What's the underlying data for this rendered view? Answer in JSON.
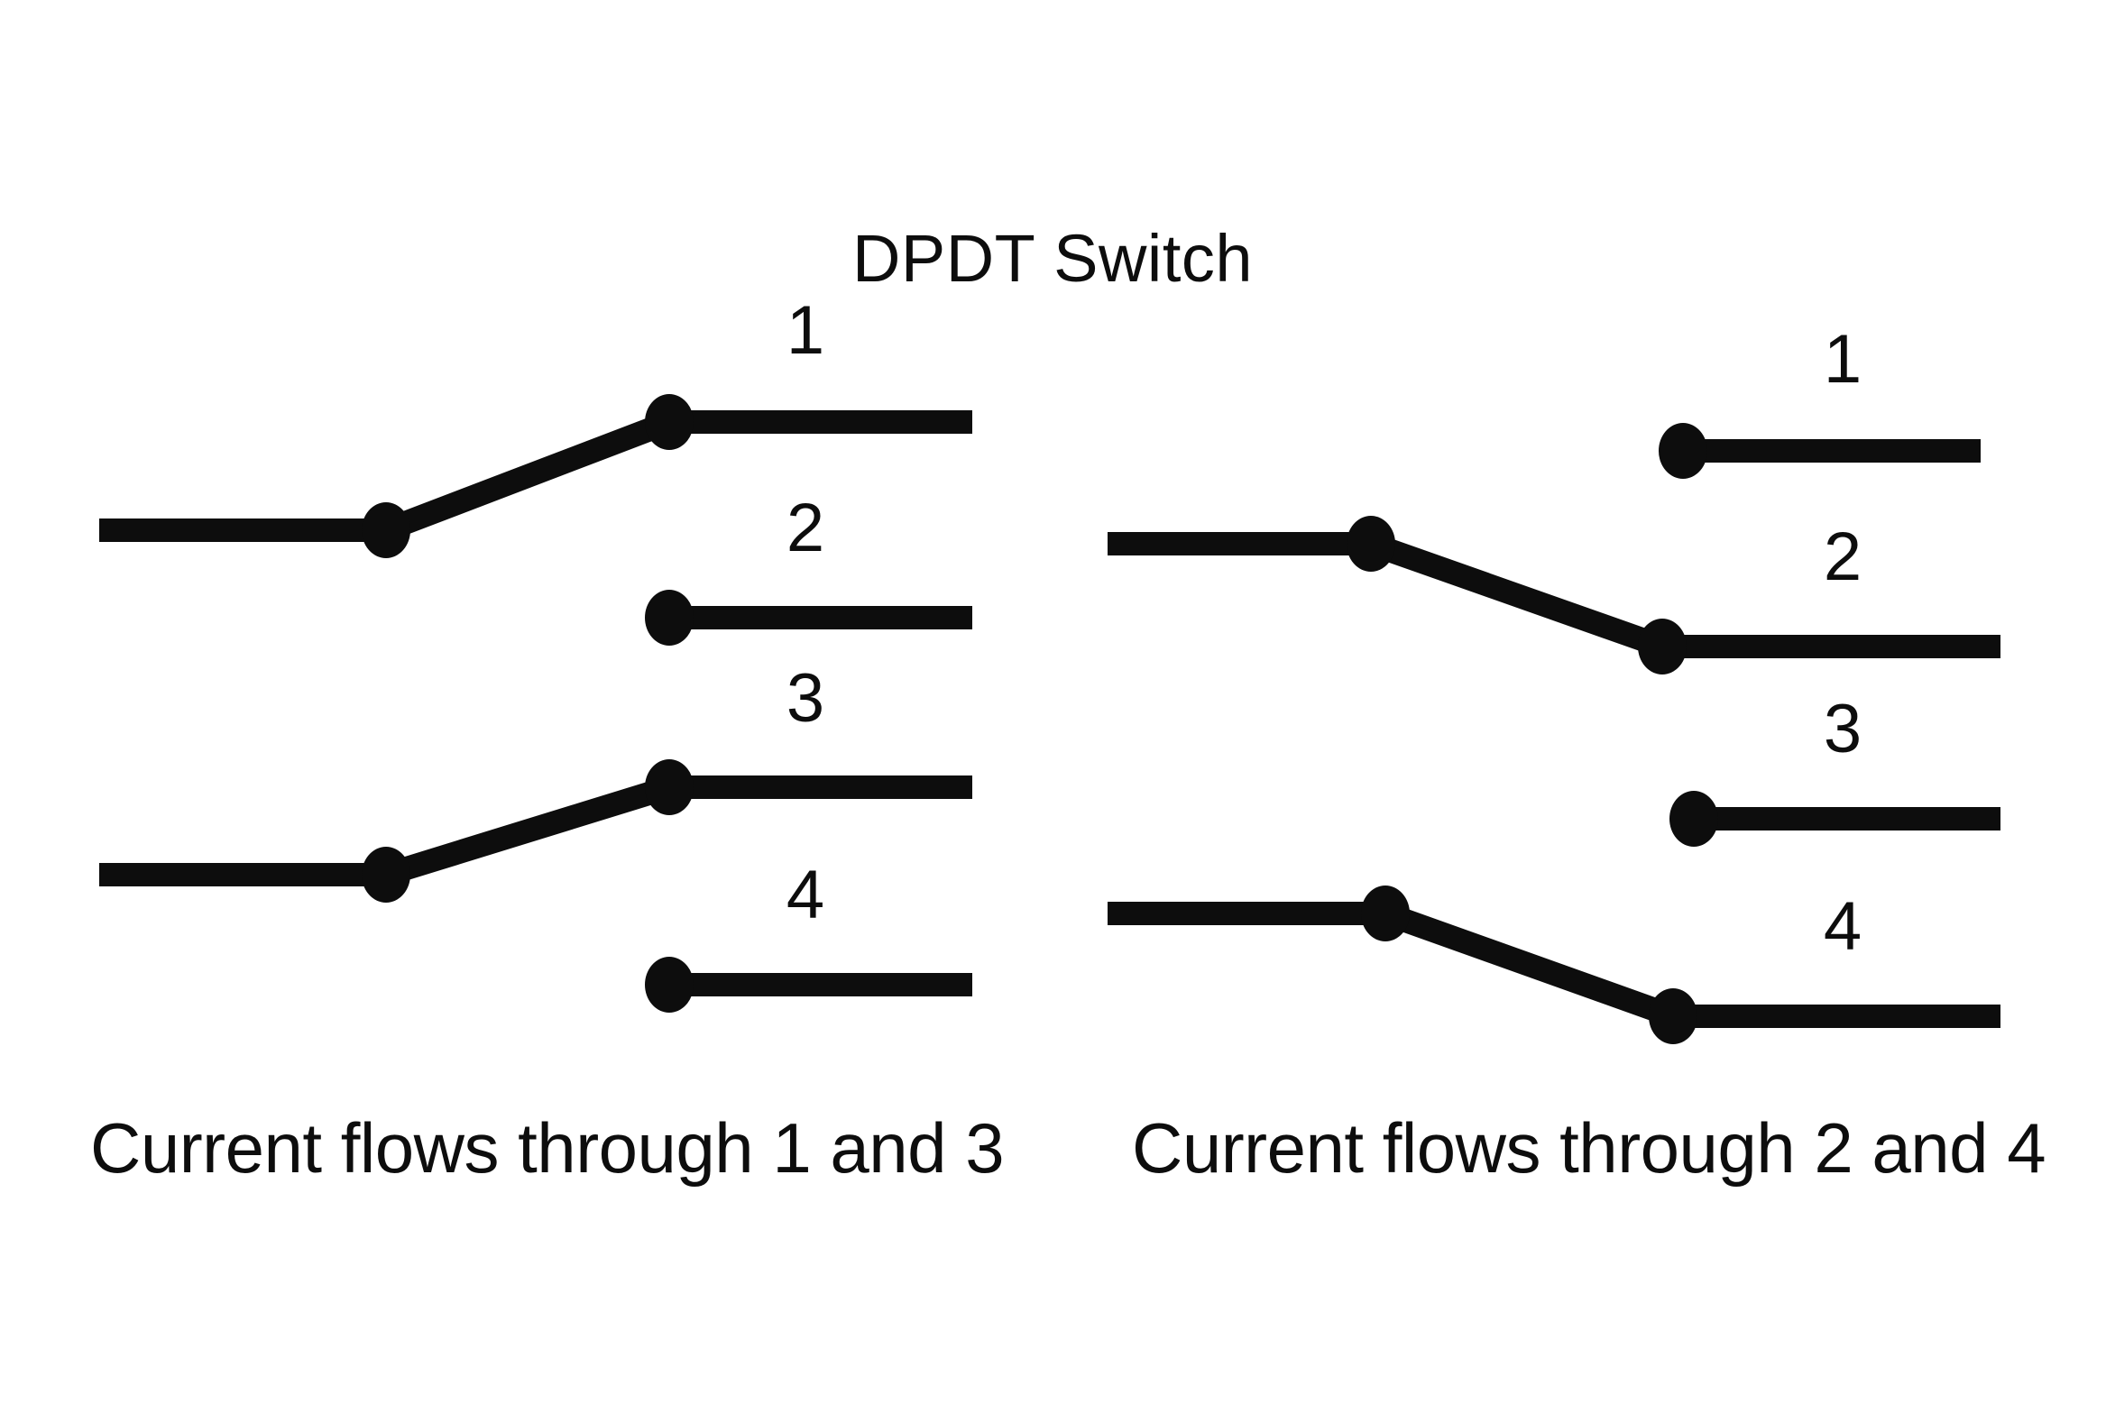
{
  "figure": {
    "title": "DPDT Switch",
    "background_color": "#ffffff",
    "stroke_color": "#0d0d0d"
  },
  "panels": [
    {
      "id": "left-panel",
      "caption": "Current flows through 1 and 3",
      "state": "Poles connected to terminals 1 and 3",
      "terminal_labels": [
        "1",
        "2",
        "3",
        "4"
      ],
      "connected_terminals": [
        "1",
        "3"
      ],
      "open_terminals": [
        "2",
        "4"
      ]
    },
    {
      "id": "right-panel",
      "caption": "Current flows through 2 and 4",
      "state": "Poles connected to terminals 2 and 4",
      "terminal_labels": [
        "1",
        "2",
        "3",
        "4"
      ],
      "connected_terminals": [
        "2",
        "4"
      ],
      "open_terminals": [
        "1",
        "3"
      ]
    }
  ],
  "labels": {
    "left": {
      "t1": "1",
      "t2": "2",
      "t3": "3",
      "t4": "4"
    },
    "right": {
      "t1": "1",
      "t2": "2",
      "t3": "3",
      "t4": "4"
    }
  },
  "captions": {
    "left": "Current flows through 1 and 3",
    "right": "Current flows through 2 and 4"
  }
}
